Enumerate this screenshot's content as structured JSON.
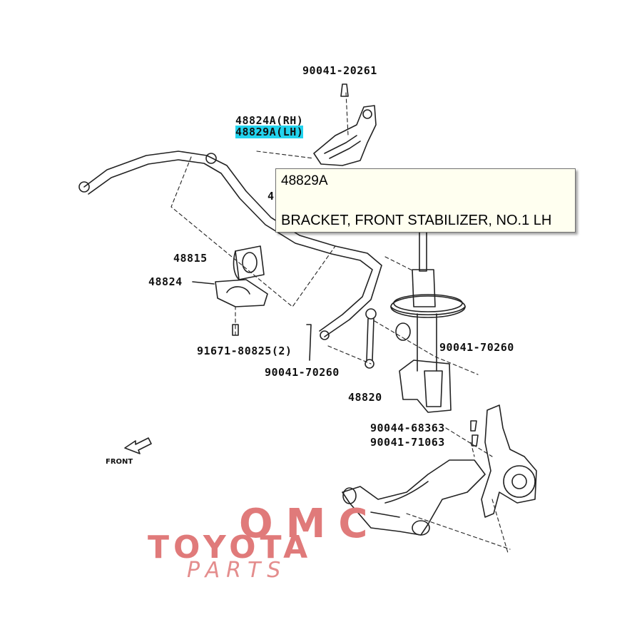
{
  "diagram": {
    "callouts": {
      "bolt_top": "90041-20261",
      "bracket_rh": "48824A(RH)",
      "bracket_lh": "48829A(LH)",
      "partial": "4",
      "bushing": "48815",
      "bracket_lower": "48824",
      "bolt_lower": "91671-80825(2)",
      "nut_link": "90041-70260",
      "link": "48820",
      "nut_strut": "90041-70260",
      "nut_arm_1": "90044-68363",
      "nut_arm_2": "90041-71063"
    },
    "front_label": "FRONT",
    "highlight_color": "#22d3ee"
  },
  "tooltip": {
    "code": "48829A",
    "description": "BRACKET, FRONT STABILIZER, NO.1 LH"
  },
  "watermark": {
    "line1": "OMC",
    "line2": "TOYOTA",
    "line3": "PARTS",
    "color": "#e07a7a"
  }
}
